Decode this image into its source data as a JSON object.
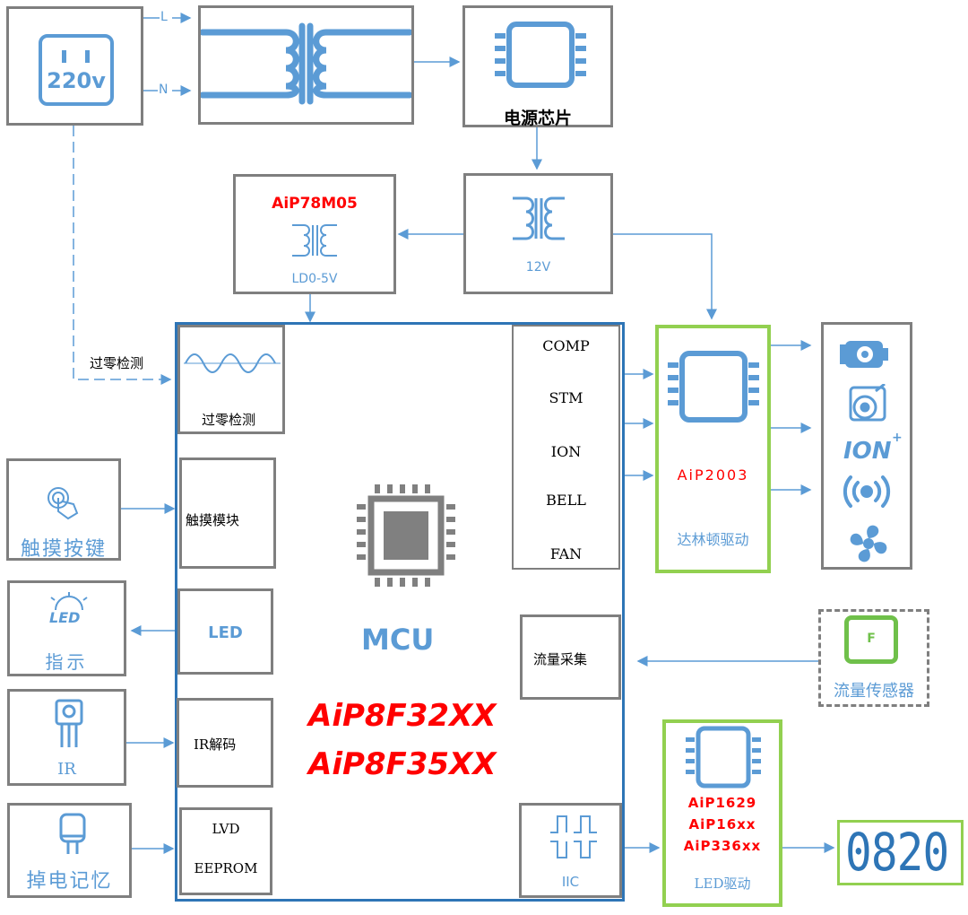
{
  "power": {
    "plug_label": "220v",
    "line_l": "L",
    "line_n": "N",
    "power_chip": "电源芯片",
    "transformer_12v": "12V",
    "ldo_part": "AiP78M05",
    "ldo_label": "LD0-5V"
  },
  "zero_cross": {
    "left_label": "过零检测",
    "block_label": "过零检测"
  },
  "inputs": {
    "touch_key": "触摸按键",
    "led_icon_text": "LED",
    "indicator": "指示",
    "ir": "IR",
    "power_memory": "掉电记忆"
  },
  "mcu": {
    "touch_module": "触摸模块",
    "led": "LED",
    "ir_decode": "IR解码",
    "lvd": "LVD",
    "eeprom": "EEPROM",
    "label": "MCU",
    "part1": "AiP8F32XX",
    "part2": "AiP8F35XX",
    "flow_collect": "流量采集",
    "iic": "IIC",
    "outputs": [
      "COMP",
      "STM",
      "ION",
      "BELL",
      "FAN"
    ]
  },
  "driver": {
    "part": "AiP2003",
    "label": "达林顿驱动"
  },
  "loads": {
    "icons": [
      "compressor-icon",
      "stepper-motor-icon",
      "ion-icon",
      "buzzer-icon",
      "fan-icon"
    ],
    "ion_text": "ION"
  },
  "sensor": {
    "icon_letter": "F",
    "label": "流量传感器"
  },
  "led_driver": {
    "parts": [
      "AiP1629",
      "AiP16xx",
      "AiP336xx"
    ],
    "label": "LED驱动"
  },
  "display": {
    "digits": "0820"
  },
  "colors": {
    "accent_blue": "#5b9bd5",
    "mcu_border": "#2e75b6",
    "gray_border": "#7f7f7f",
    "green_border": "#92d050",
    "red_text": "#ff0000"
  }
}
